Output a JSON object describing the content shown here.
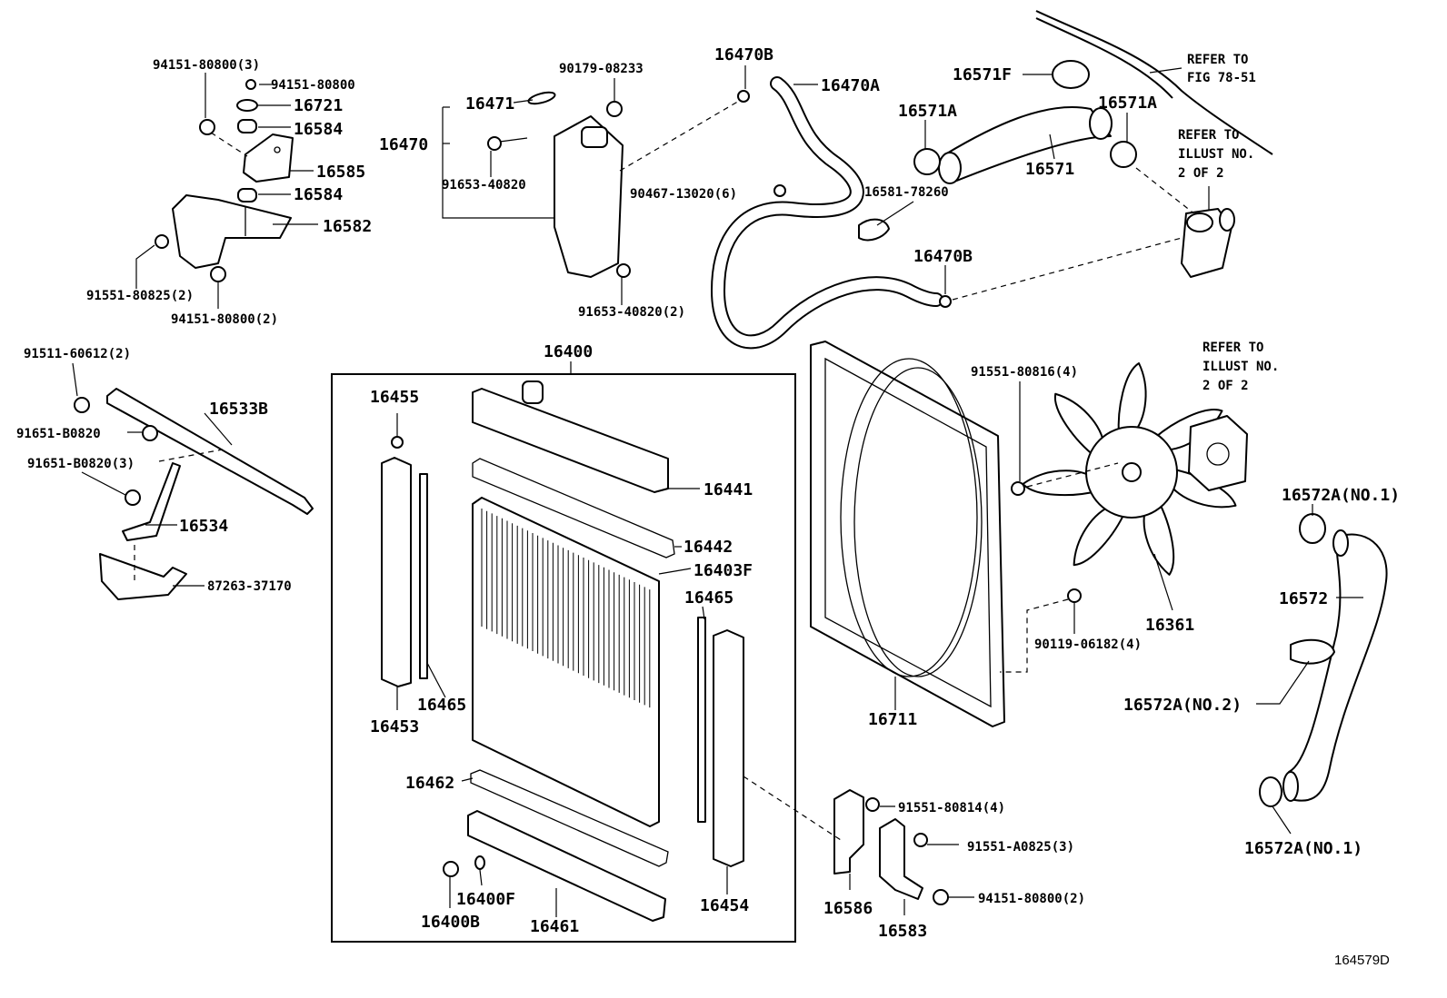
{
  "labels": {
    "p94151_80800_3": "94151-80800(3)",
    "p94151_80800": "94151-80800",
    "p16721": "16721",
    "p16584_a": "16584",
    "p16585": "16585",
    "p16584_b": "16584",
    "p16582": "16582",
    "p91551_80825_2": "91551-80825(2)",
    "p94151_80800_2a": "94151-80800(2)",
    "p90179_08233": "90179-08233",
    "p16471": "16471",
    "p16470": "16470",
    "p91653_40820": "91653-40820",
    "p91653_40820_2": "91653-40820(2)",
    "p16470B_top": "16470B",
    "p16470A": "16470A",
    "p90467_13020_6": "90467-13020(6)",
    "p16581_78260": "16581-78260",
    "p16470B_bot": "16470B",
    "p16571F": "16571F",
    "p16571A_left": "16571A",
    "p16571": "16571",
    "p16571A_right": "16571A",
    "p91511_60612_2": "91511-60612(2)",
    "p16533B": "16533B",
    "p91651_B0820": "91651-B0820",
    "p91651_B0820_3": "91651-B0820(3)",
    "p16534": "16534",
    "p87263_37170": "87263-37170",
    "p16400": "16400",
    "p16455": "16455",
    "p16441": "16441",
    "p16442": "16442",
    "p16403F": "16403F",
    "p16465_right": "16465",
    "p16465_left": "16465",
    "p16453": "16453",
    "p16462": "16462",
    "p16400F": "16400F",
    "p16400B": "16400B",
    "p16461": "16461",
    "p16454": "16454",
    "p91551_80816_4": "91551-80816(4)",
    "p16361": "16361",
    "p90119_06182_4": "90119-06182(4)",
    "p16711": "16711",
    "p91551_80814_4": "91551-80814(4)",
    "p91551_A0825_3": "91551-A0825(3)",
    "p94151_80800_2b": "94151-80800(2)",
    "p16586": "16586",
    "p16583": "16583",
    "p16572A_no1_top": "16572A(NO.1)",
    "p16572": "16572",
    "p16572A_no2": "16572A(NO.2)",
    "p16572A_no1_bot": "16572A(NO.1)"
  },
  "notes": {
    "refer_fig_l1": "REFER TO",
    "refer_fig_l2": "FIG 78-51",
    "refer_illust_a_l1": "REFER TO",
    "refer_illust_a_l2": "ILLUST NO.",
    "refer_illust_a_l3": "2 OF 2",
    "refer_illust_b_l1": "REFER TO",
    "refer_illust_b_l2": "ILLUST NO.",
    "refer_illust_b_l3": "2 OF 2"
  },
  "figure_id": "164579D"
}
